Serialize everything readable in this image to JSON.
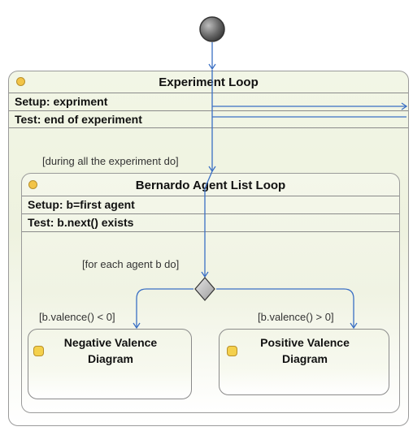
{
  "outer_loop": {
    "title": "Experiment Loop",
    "setup": "Setup: expriment",
    "test": "Test: end of experiment",
    "guard": "[during all the experiment do]"
  },
  "inner_loop": {
    "title": "Bernardo Agent List Loop",
    "setup": "Setup: b=first agent",
    "test": "Test: b.next() exists",
    "guard": "[for each agent b do]"
  },
  "branches": {
    "left_guard": "[b.valence() < 0]",
    "right_guard": "[b.valence() > 0]"
  },
  "states": {
    "negative": {
      "line1": "Negative Valence",
      "line2": "Diagram"
    },
    "positive": {
      "line1": "Positive Valence",
      "line2": "Diagram"
    }
  },
  "colors": {
    "flow_line": "#3a6fc4",
    "decision_fill": "#c8c8c8",
    "initial_node": "#6a6a6a",
    "state_icon": "#f4d04c",
    "container_fill": "#f2f6e6"
  },
  "icons": [
    "loop-icon",
    "state-icon"
  ]
}
